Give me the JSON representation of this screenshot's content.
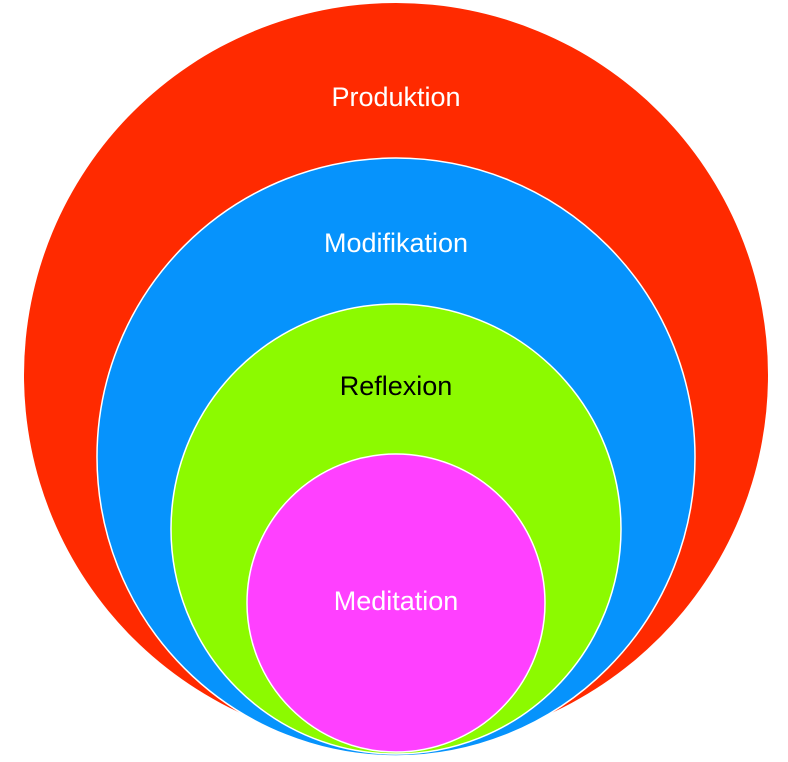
{
  "diagram": {
    "levels": [
      {
        "label": "Produktion",
        "fill": "#FF2A00",
        "text_color": "#FFFFFF"
      },
      {
        "label": "Modifikation",
        "fill": "#0693FC",
        "text_color": "#FFFFFF"
      },
      {
        "label": "Reflexion",
        "fill": "#8CFA00",
        "text_color": "#000000"
      },
      {
        "label": "Meditation",
        "fill": "#FF40FF",
        "text_color": "#FFFFFF"
      }
    ],
    "stroke_color": "#FFFFFF"
  }
}
